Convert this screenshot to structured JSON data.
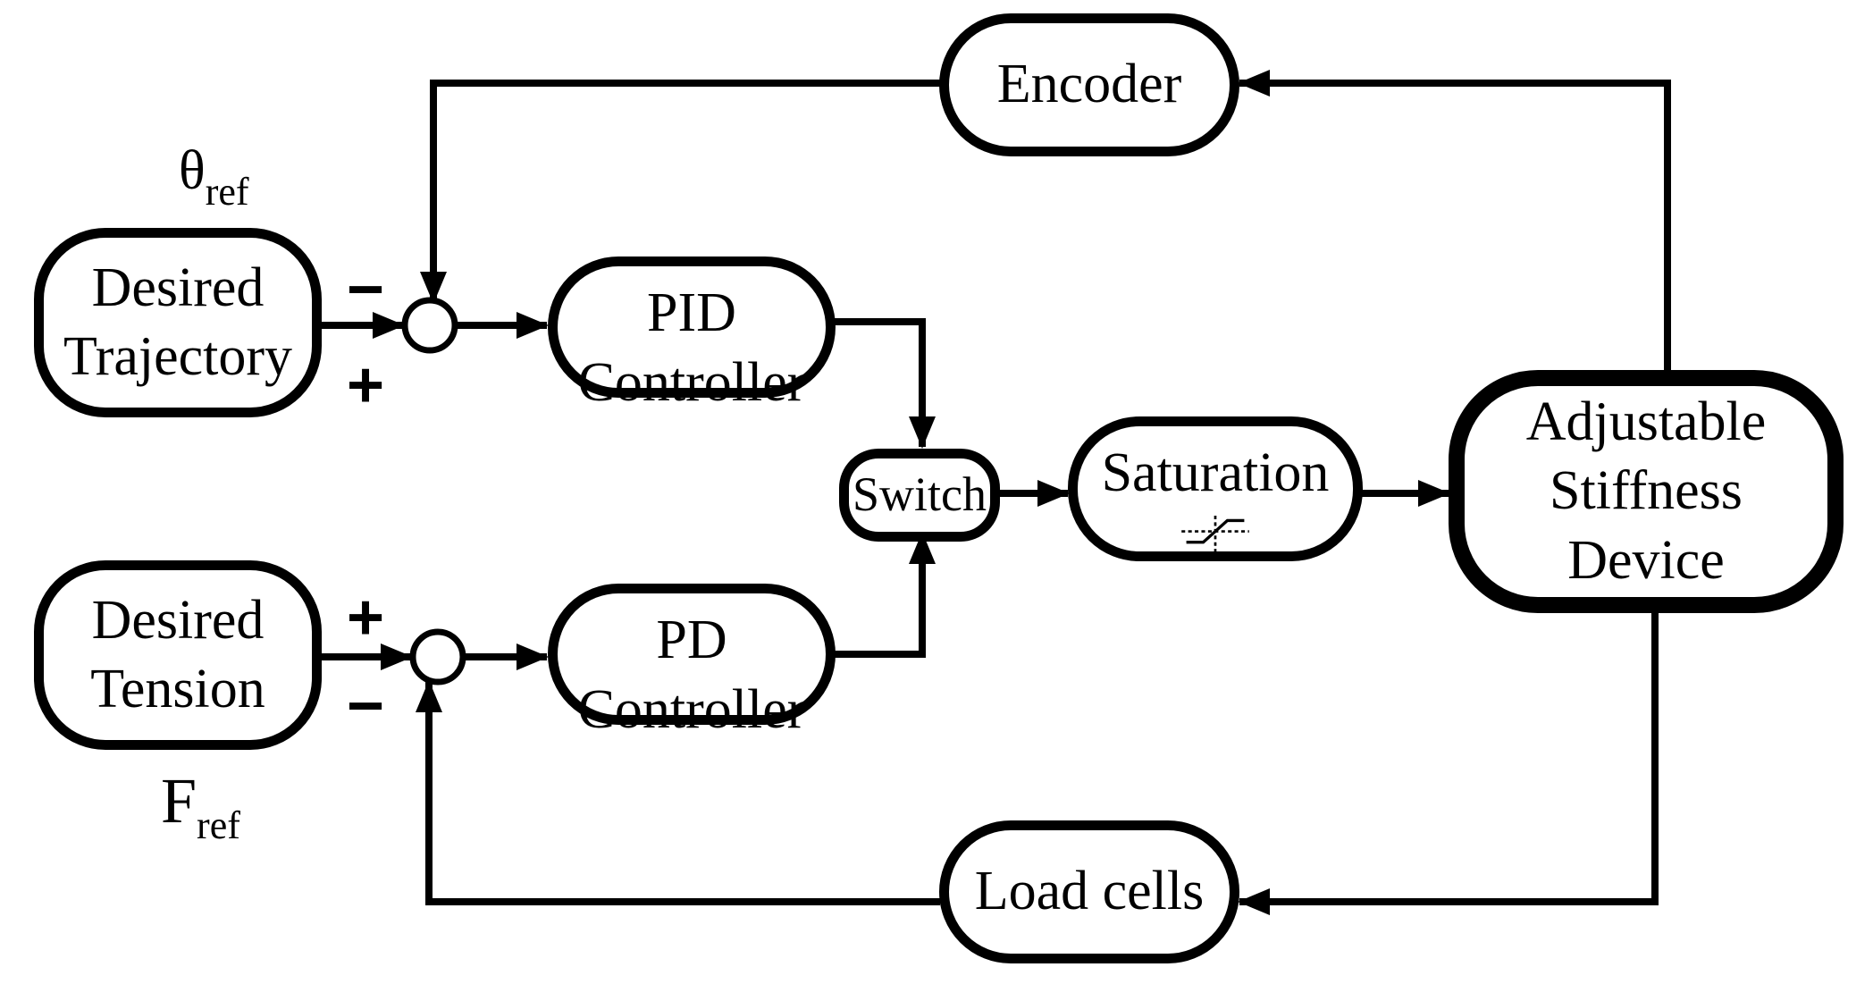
{
  "blocks": {
    "desired_trajectory": [
      "Desired",
      "Trajectory"
    ],
    "desired_tension": [
      "Desired",
      "Tension"
    ],
    "pid_controller": [
      "PID",
      "Controller"
    ],
    "pd_controller": [
      "PD",
      "Controller"
    ],
    "switch": "Switch",
    "saturation": "Saturation",
    "adjustable_stiffness_device": [
      "Adjustable",
      "Stiffness",
      "Device"
    ],
    "encoder": "Encoder",
    "load_cells": "Load cells"
  },
  "signals": {
    "theta_ref": {
      "main": "θ",
      "sub": "ref"
    },
    "f_ref": {
      "main": "F",
      "sub": "ref"
    }
  },
  "signs": {
    "top_feedback": "−",
    "top_input": "+",
    "bottom_input": "+",
    "bottom_feedback": "−"
  },
  "colors": {
    "stroke": "#000000",
    "background": "#ffffff"
  }
}
